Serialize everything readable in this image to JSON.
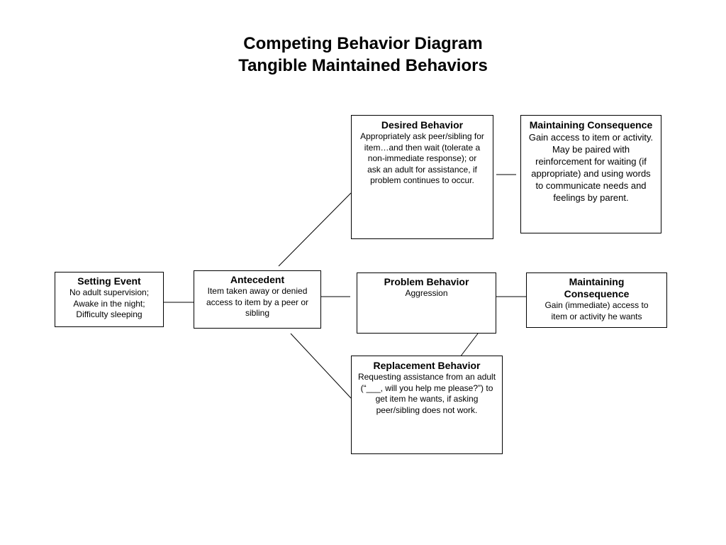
{
  "title": {
    "line1": "Competing Behavior Diagram",
    "line2": "Tangible Maintained Behaviors"
  },
  "nodes": {
    "setting_event": {
      "heading": "Setting Event",
      "text": "No adult supervision; Awake in the night; Difficulty sleeping"
    },
    "antecedent": {
      "heading": "Antecedent",
      "text": "Item taken away or denied access to item by a peer or sibling"
    },
    "desired_behavior": {
      "heading": "Desired Behavior",
      "text": "Appropriately ask peer/sibling for item…and then wait (tolerate a non-immediate response); or ask an adult for assistance, if problem continues to occur."
    },
    "desired_consequence": {
      "heading": "Maintaining Consequence",
      "text": "Gain access to item or activity. May be paired with reinforcement for waiting (if appropriate) and using words to communicate needs and feelings by parent."
    },
    "problem_behavior": {
      "heading": "Problem Behavior",
      "text": "Aggression"
    },
    "problem_consequence": {
      "heading": "Maintaining Consequence",
      "text": "Gain (immediate) access to item or activity he wants"
    },
    "replacement_behavior": {
      "heading": "Replacement Behavior",
      "text": "Requesting assistance from an adult (“___, will you help me please?”) to get item he wants, if asking peer/sibling does not work."
    }
  },
  "edges": [
    {
      "from": "setting_event",
      "to": "antecedent"
    },
    {
      "from": "antecedent",
      "to": "desired_behavior"
    },
    {
      "from": "antecedent",
      "to": "problem_behavior"
    },
    {
      "from": "antecedent",
      "to": "replacement_behavior"
    },
    {
      "from": "desired_behavior",
      "to": "desired_consequence"
    },
    {
      "from": "problem_behavior",
      "to": "problem_consequence"
    },
    {
      "from": "problem_behavior",
      "to": "replacement_behavior"
    }
  ]
}
